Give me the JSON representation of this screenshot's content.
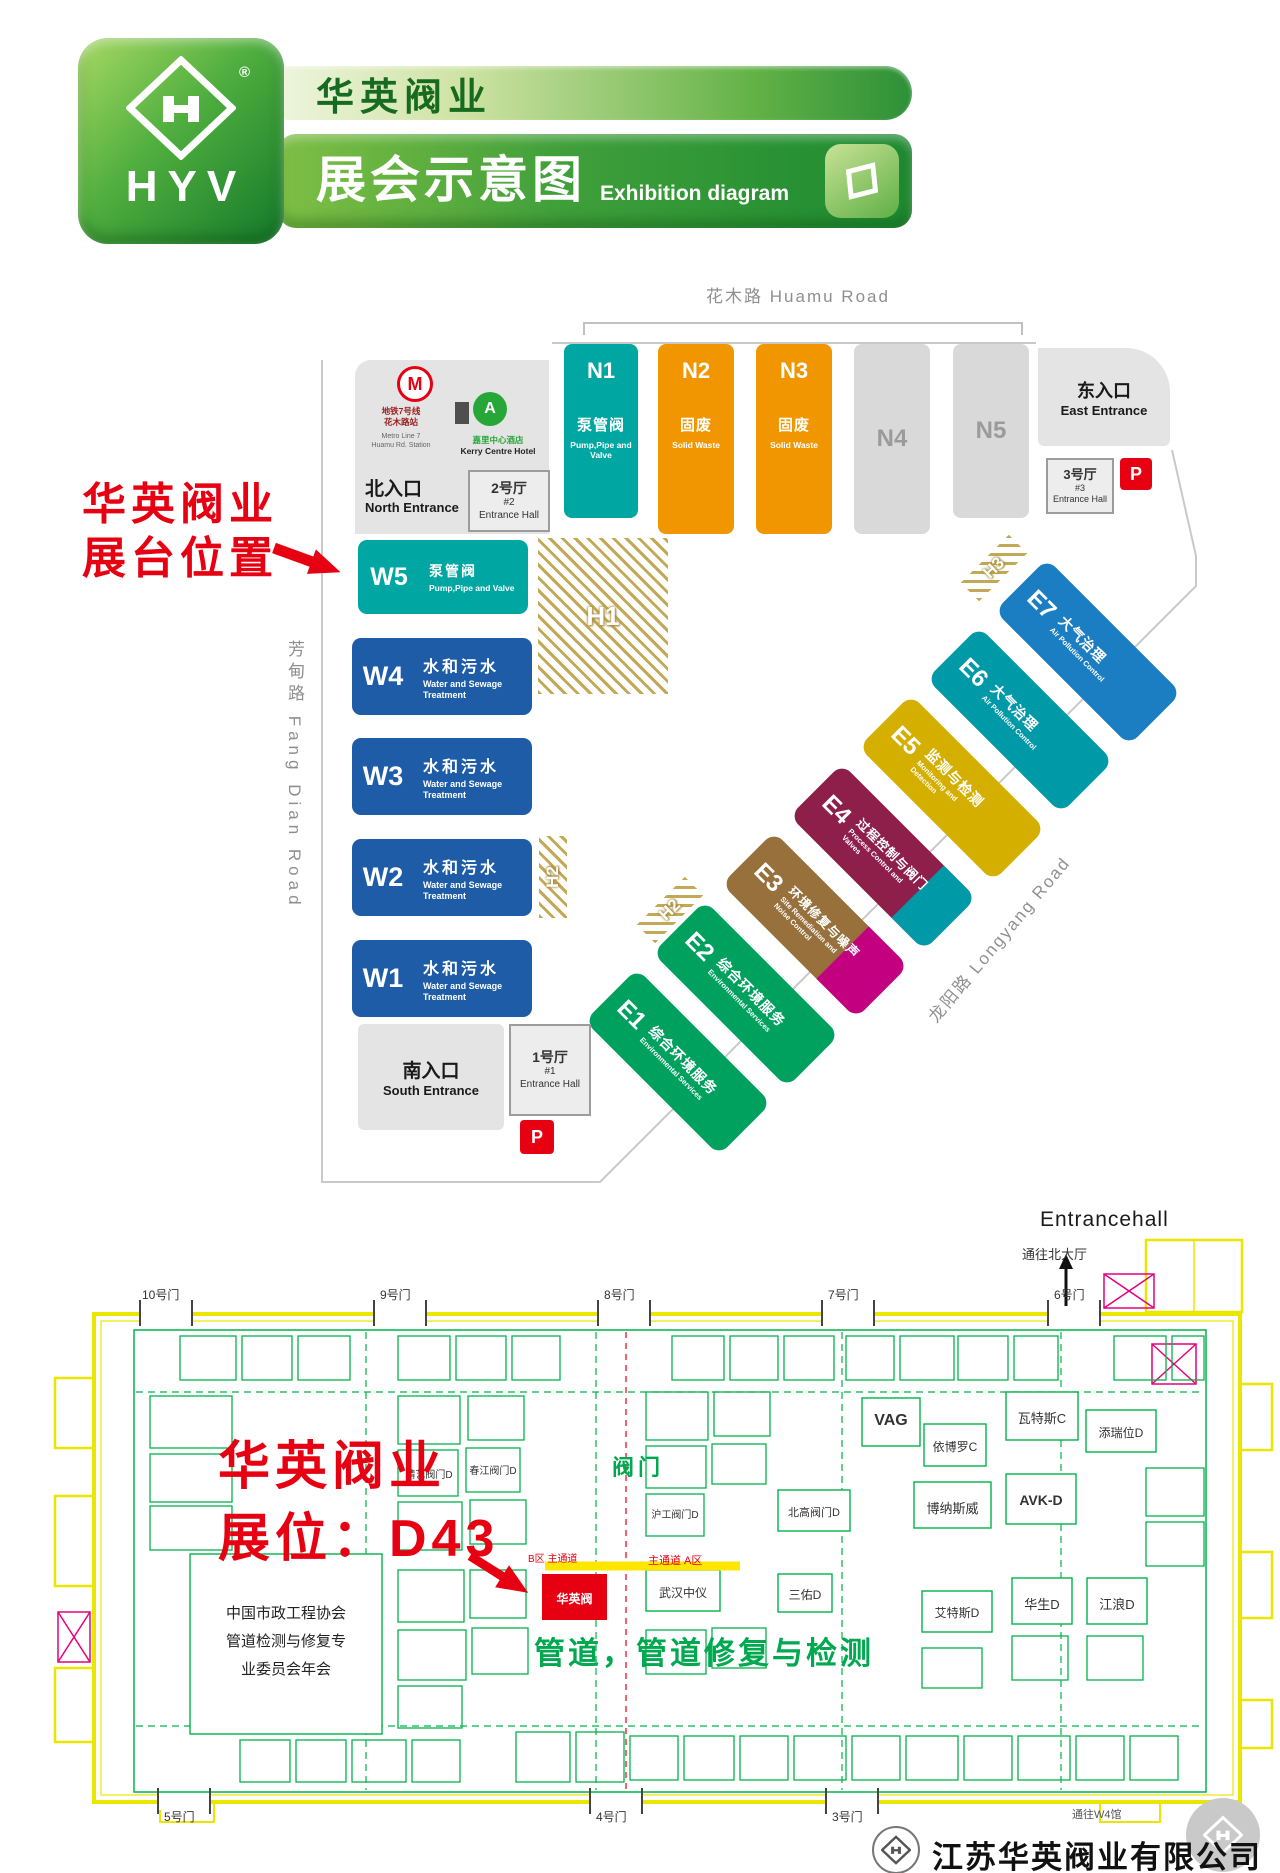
{
  "header": {
    "logo_text": "HYV",
    "registered": "®",
    "brand": "华英阀业",
    "title": "展会示意图",
    "title_en": "Exhibition diagram"
  },
  "map": {
    "road_top": "花木路  Huamu Road",
    "road_left": "芳甸路  Fang Dian Road",
    "road_right": "龙阳路  Longyang Road",
    "callout_line1": "华英阀业",
    "callout_line2": "展台位置",
    "north_entrance_cn": "北入口",
    "north_entrance_en": "North Entrance",
    "east_entrance_cn": "东入口",
    "east_entrance_en": "East Entrance",
    "south_entrance_cn": "南入口",
    "south_entrance_en": "South Entrance",
    "metro_m": "M",
    "metro_cn1": "地铁7号线",
    "metro_cn2": "花木路站",
    "metro_en1": "Metro Line 7",
    "metro_en2": "Huamu Rd. Station",
    "hotel_a": "A",
    "hotel_cn": "嘉里中心酒店",
    "hotel_en": "Kerry Centre Hotel",
    "hall2_cn": "2号厅",
    "hall2_no": "#2",
    "hall2_en": "Entrance Hall",
    "hall1_cn": "1号厅",
    "hall1_no": "#1",
    "hall1_en": "Entrance Hall",
    "hall3_cn": "3号厅",
    "hall3_no": "#3",
    "hall3_en": "Entrance Hall",
    "parking": "P",
    "zone_h1": "H1",
    "zone_h2a": "H2",
    "zone_h2b": "H2",
    "zone_h3": "H3",
    "north_halls": [
      {
        "id": "N1",
        "cn": "泵管阀",
        "en": "Pump,Pipe and Valve",
        "color": "#00a7a2"
      },
      {
        "id": "N2",
        "cn": "固废",
        "en": "Solid Waste",
        "color": "#f29600"
      },
      {
        "id": "N3",
        "cn": "固废",
        "en": "Solid Waste",
        "color": "#f29600"
      },
      {
        "id": "N4",
        "color": "#d9d9d9"
      },
      {
        "id": "N5",
        "color": "#d9d9d9"
      }
    ],
    "west_halls": [
      {
        "id": "W5",
        "cn": "泵管阀",
        "en": "Pump,Pipe and Valve",
        "color": "#00a7a2"
      },
      {
        "id": "W4",
        "cn": "水和污水",
        "en": "Water and Sewage Treatment",
        "color": "#1e5ca8"
      },
      {
        "id": "W3",
        "cn": "水和污水",
        "en": "Water and Sewage Treatment",
        "color": "#1e5ca8"
      },
      {
        "id": "W2",
        "cn": "水和污水",
        "en": "Water and Sewage Treatment",
        "color": "#1e5ca8"
      },
      {
        "id": "W1",
        "cn": "水和污水",
        "en": "Water and Sewage Treatment",
        "color": "#1e5ca8"
      }
    ],
    "east_halls": [
      {
        "id": "E1",
        "cn": "综合环境服务",
        "en": "Environmental Services",
        "color": "#00a05f"
      },
      {
        "id": "E2",
        "cn": "综合环境服务",
        "en": "Environmental Services",
        "color": "#00a05f"
      },
      {
        "id": "E3",
        "cn": "环境修复与噪声",
        "en": "Site Remediation and Noise Control",
        "color": "#97703c",
        "color2": "#c3007f"
      },
      {
        "id": "E4",
        "cn": "过程控制与阀门",
        "en": "Process Control and Valves",
        "color": "#8e1f4b",
        "color2": "#0099a8"
      },
      {
        "id": "E5",
        "cn": "监测与检测",
        "en": "Monitoring and Detection",
        "color": "#d4af00"
      },
      {
        "id": "E6",
        "cn": "大气治理",
        "en": "Air Pollution Control",
        "color": "#0099a8"
      },
      {
        "id": "E7",
        "cn": "大气治理",
        "en": "Air Pollution Control",
        "color": "#1b7ec2"
      }
    ]
  },
  "plan": {
    "entrancehall": "Entrancehall",
    "to_north_hall": "通往北大厅",
    "callout_line1": "华英阀业",
    "callout_line2": "展位：D43",
    "aisle_b": "B区 主通道",
    "aisle_a": "主通道 A区",
    "valve_area": "阀门",
    "pipe_area": "管道，管道修复与检测",
    "committee_line1": "中国市政工程协会",
    "committee_line2": "管道检测与修复专",
    "committee_line3": "业委员会年会",
    "booth_hyv": "华英阀",
    "booth_vag": "VAG",
    "booth_yiboluo": "依博罗C",
    "booth_wattsi": "瓦特斯C",
    "booth_tianrui": "添瑞位D",
    "booth_bonasiwei": "博纳斯威",
    "booth_avk": "AVK-D",
    "booth_beigao": "北高阀门D",
    "booth_wuhan": "武汉中仪",
    "booth_sanyou": "三佑D",
    "booth_aitesi": "艾特斯D",
    "booth_huasheng": "华生D",
    "booth_jianglang": "江浪D",
    "booth_jingyi": "精艺阀门D",
    "booth_chunjiang": "春江阀门D",
    "booth_hugong": "沪工阀门D",
    "gate_10": "10号门",
    "gate_9": "9号门",
    "gate_8": "8号门",
    "gate_7": "7号门",
    "gate_6": "6号门",
    "gate_5": "5号门",
    "gate_4": "4号门",
    "gate_3": "3号门",
    "to_w4": "通往W4馆"
  },
  "footer": {
    "company": "江苏华英阀业有限公司"
  }
}
